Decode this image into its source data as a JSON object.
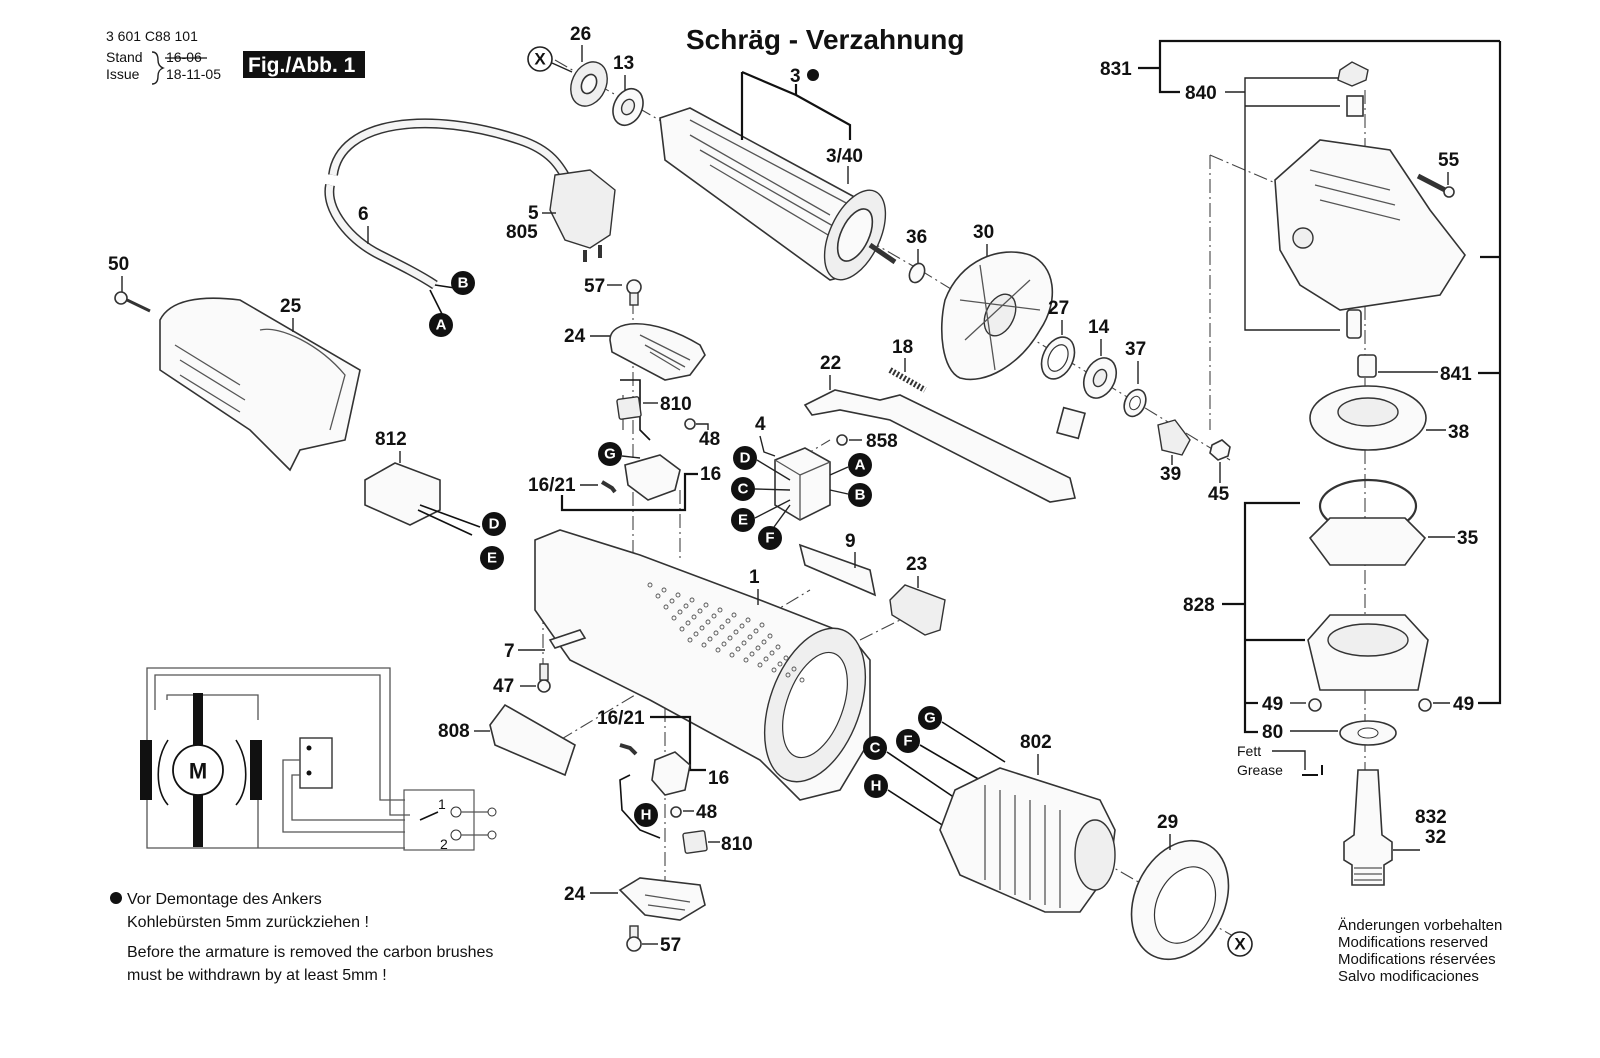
{
  "header": {
    "part_number": "3 601 C88 101",
    "stand_label": "Stand",
    "issue_label": "Issue",
    "old_date_struck": "16-06",
    "issue_date": "18-11-05",
    "figure_badge": "Fig./Abb. 1",
    "title": "Schräg - Verzahnung"
  },
  "part_labels": {
    "p26": "26",
    "p13": "13",
    "p3": "3",
    "p3_40": "3/40",
    "p6": "6",
    "p5": "5",
    "p805": "805",
    "p50": "50",
    "p25": "25",
    "p57a": "57",
    "p24a": "24",
    "p810a": "810",
    "p48a": "48",
    "p16_21a": "16/21",
    "p16a": "16",
    "p812": "812",
    "p36": "36",
    "p30": "30",
    "p27": "27",
    "p14": "14",
    "p37": "37",
    "p18": "18",
    "p22": "22",
    "p4": "4",
    "p858": "858",
    "p39": "39",
    "p45": "45",
    "p9": "9",
    "p23": "23",
    "p1": "1",
    "p7": "7",
    "p47": "47",
    "p808": "808",
    "p16_21b": "16/21",
    "p16b": "16",
    "p48b": "48",
    "p810b": "810",
    "p24b": "24",
    "p57b": "57",
    "p802": "802",
    "p29": "29",
    "p831": "831",
    "p840": "840",
    "p55": "55",
    "p841": "841",
    "p38": "38",
    "p35": "35",
    "p828": "828",
    "p49a": "49",
    "p49b": "49",
    "p80": "80",
    "p832": "832",
    "p32": "32"
  },
  "connectors": {
    "B_cord": "B",
    "A_cord": "A",
    "G_brush": "G",
    "D_sw": "D",
    "C_sw": "C",
    "E_sw": "E",
    "F_sw": "F",
    "A_sw": "A",
    "B_sw": "B",
    "D_cap": "D",
    "E_cap": "E",
    "H_brush": "H",
    "G_field": "G",
    "F_field": "F",
    "C_field": "C",
    "H_field": "H"
  },
  "cross_refs": {
    "x_top": "X",
    "x_bottom": "X"
  },
  "grease": {
    "de": "Fett",
    "en": "Grease"
  },
  "schematic": {
    "motor": "M",
    "pos1": "1",
    "pos2": "2"
  },
  "notes": {
    "de_line1": "Vor Demontage des Ankers",
    "de_line2": "Kohlebürsten 5mm zurückziehen !",
    "en_line1": "Before the armature is removed the carbon brushes",
    "en_line2": "must be withdrawn by at least 5mm !"
  },
  "disclaimer": [
    "Änderungen vorbehalten",
    "Modifications reserved",
    "Modifications réservées",
    "Salvo modificaciones"
  ]
}
